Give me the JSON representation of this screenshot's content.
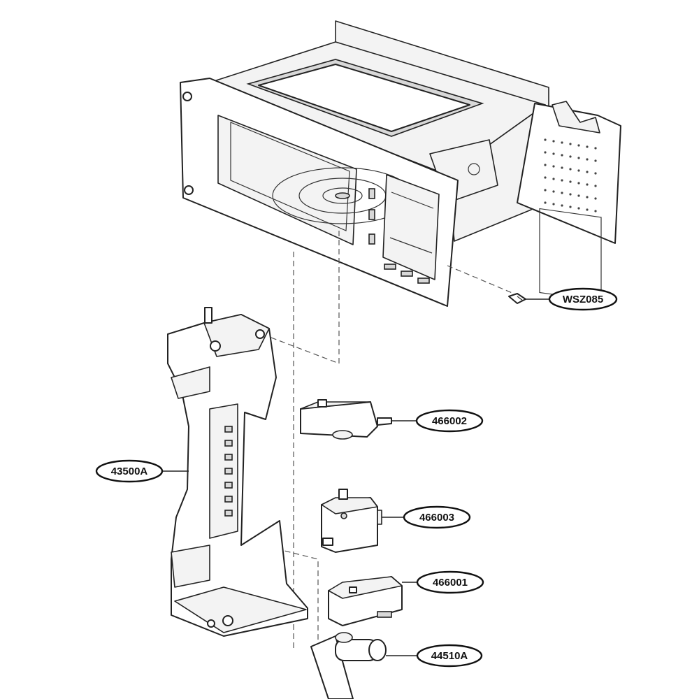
{
  "callouts": [
    {
      "id": "wsz085",
      "label": "WSZ085"
    },
    {
      "id": "466002",
      "label": "466002"
    },
    {
      "id": "43500a",
      "label": "43500A"
    },
    {
      "id": "466003",
      "label": "466003"
    },
    {
      "id": "466001",
      "label": "466001"
    },
    {
      "id": "44510a",
      "label": "44510A"
    }
  ]
}
